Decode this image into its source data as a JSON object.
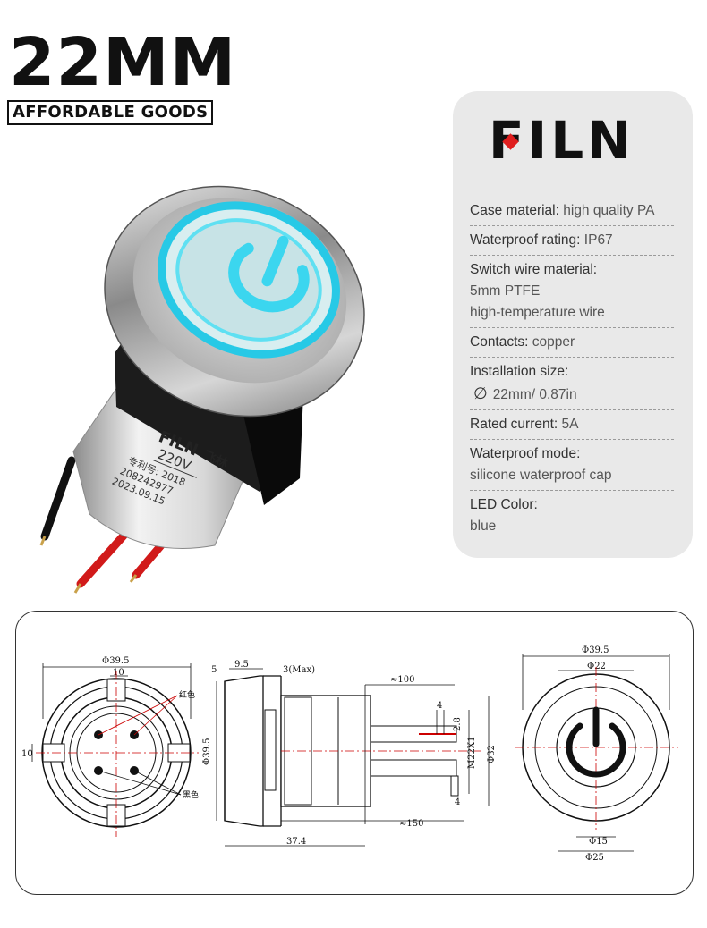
{
  "header": {
    "headline": "22MM",
    "tagline": "AFFORDABLE GOODS"
  },
  "product_print": {
    "brand": "FILN",
    "brand_cn": "飞林",
    "voltage": "220V",
    "patent": "专利号: 2018",
    "patent_no": "208242977",
    "date": "2023.09.15"
  },
  "spec_panel": {
    "brand": "FILN",
    "brand_accent_color": "#e01e1e",
    "specs": [
      {
        "key": "Case material:",
        "lines": [
          "high quality PA"
        ]
      },
      {
        "key": "Waterproof rating:",
        "lines": [
          "IP67"
        ]
      },
      {
        "key": "Switch wire material:",
        "lines": [
          "",
          "5mm PTFE",
          "high-temperature wire"
        ]
      },
      {
        "key": "Contacts:",
        "lines": [
          "copper"
        ]
      },
      {
        "key": "Installation size:",
        "lines": [
          "",
          "22mm/ 0.87in"
        ],
        "icon": "diameter-icon"
      },
      {
        "key": "Rated current:",
        "lines": [
          "5A"
        ]
      },
      {
        "key": "Waterproof mode:",
        "lines": [
          "",
          "silicone waterproof cap"
        ]
      },
      {
        "key": "LED Color:",
        "lines": [
          "",
          "blue"
        ]
      }
    ]
  },
  "drawing": {
    "back_view": {
      "dia_outer": "Φ39.5",
      "width_10": "10",
      "height_10": "10",
      "label_red": "红色",
      "label_black": "黑色"
    },
    "side_view": {
      "d5": "5",
      "d9_5": "9.5",
      "d3max": "3(Max)",
      "dia39_5": "Φ39.5",
      "wire_100": "≈100",
      "d4a": "4",
      "d2_8": "2.8",
      "thread": "M22X1",
      "dia32": "Φ32",
      "d4b": "4",
      "wire_150": "≈150",
      "length": "37.4"
    },
    "front_view": {
      "dia39_5": "Φ39.5",
      "dia22": "Φ22",
      "dia15": "Φ15",
      "dia25": "Φ25"
    }
  }
}
